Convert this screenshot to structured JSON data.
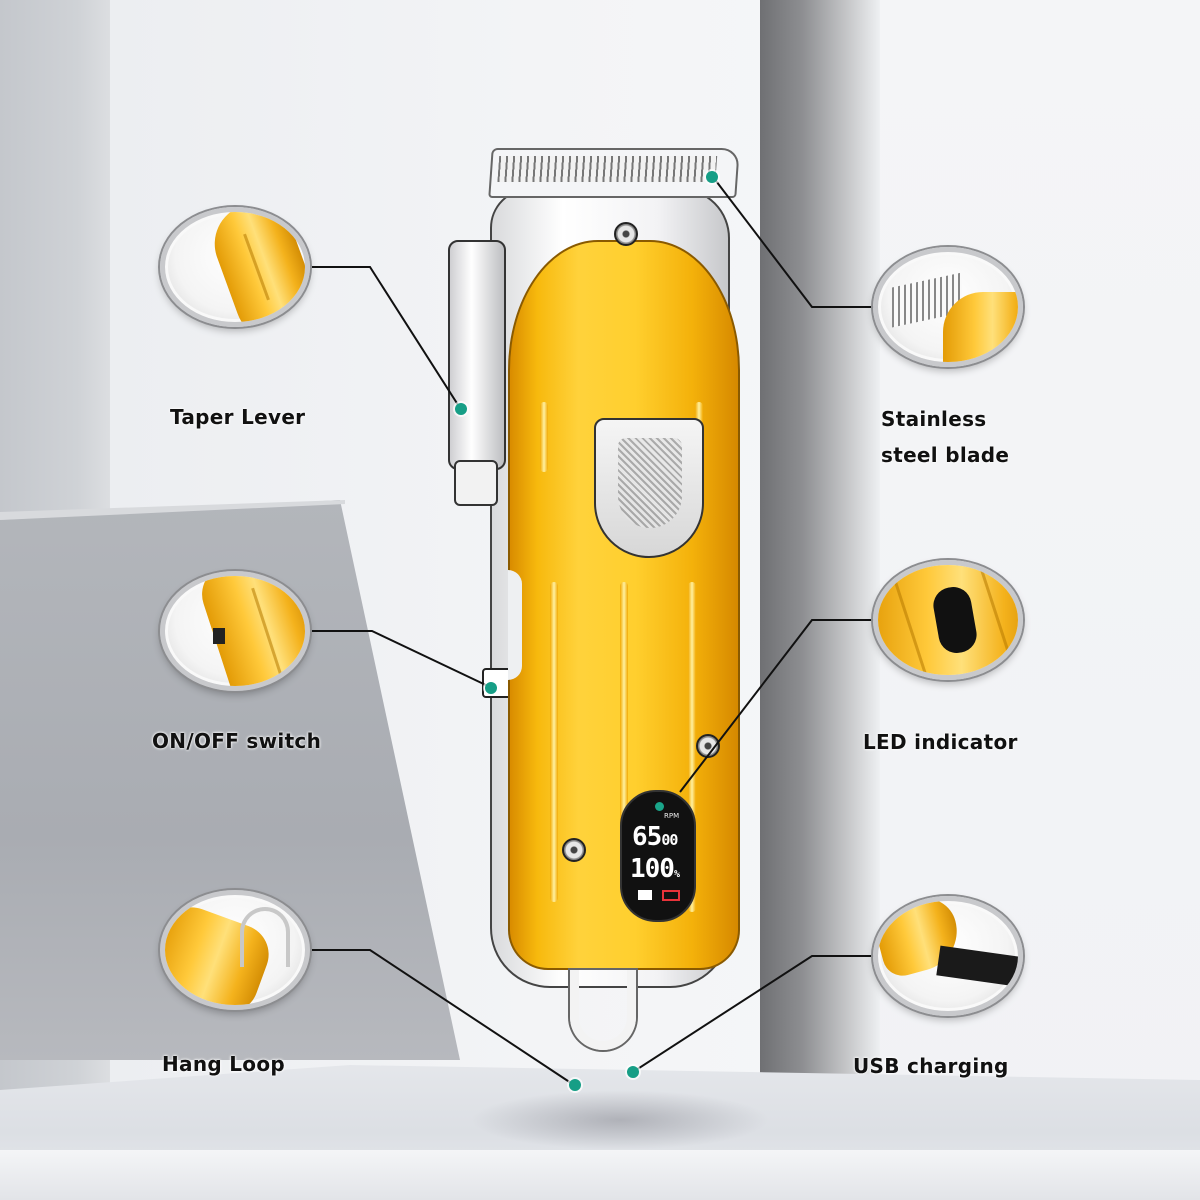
{
  "image": {
    "subject": "Cordless hair clipper with feature callouts",
    "accent_colors": {
      "housing_gold": "#ffc61a",
      "callout_dot": "#169e86",
      "led_battery_red": "#e8333a",
      "text": "#111111"
    }
  },
  "callouts": [
    {
      "id": "taper-lever",
      "label": "Taper Lever",
      "side": "left"
    },
    {
      "id": "on-off-switch",
      "label": "ON/OFF switch",
      "side": "left"
    },
    {
      "id": "hang-loop",
      "label": "Hang Loop",
      "side": "left"
    },
    {
      "id": "stainless-blade",
      "label_line1": "Stainless",
      "label_line2": "steel blade",
      "side": "right"
    },
    {
      "id": "led-indicator",
      "label": "LED indicator",
      "side": "right"
    },
    {
      "id": "usb-charging",
      "label": "USB charging",
      "side": "right"
    }
  ],
  "led_display": {
    "rpm_value": "65",
    "rpm_suffix": "00",
    "rpm_unit": "RPM",
    "battery_value": "100",
    "battery_unit": "%"
  }
}
